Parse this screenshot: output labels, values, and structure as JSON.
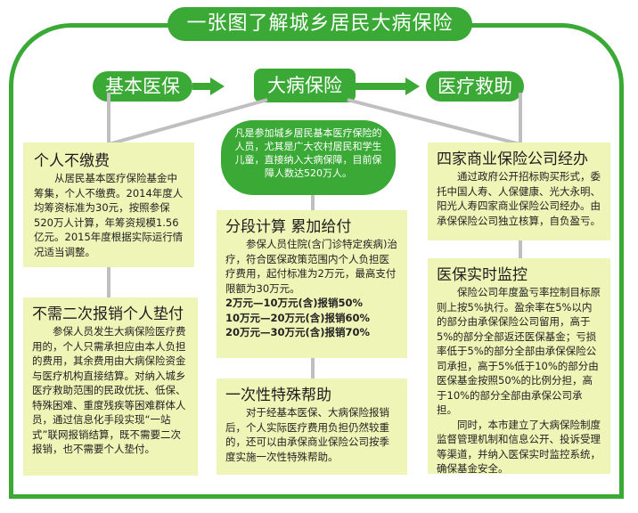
{
  "title": "一张图了解城乡居民大病保险",
  "nav": {
    "left": "基本医保",
    "center": "大病保险",
    "right": "医疗救助"
  },
  "bubble": "凡是参加城乡居民基本医疗保险的人员，尤其是广大农村居民和学生儿童，直接纳入大病保障，目前保障人数达520万人。",
  "colors": {
    "green": "#3aa935",
    "box": "#eef5b6"
  },
  "sections": {
    "a": {
      "heading": "个人不缴费",
      "body": "从居民基本医疗保险基金中筹集，个人不缴费。2014年度人均筹资标准为30元，按照参保520万人计算，年筹资规模1.56亿元。2015年度根据实际运行情况适当调整。"
    },
    "b": {
      "heading": "不需二次报销个人垫付",
      "body": "参保人员发生大病保险医疗费用的，个人只需承担应由本人负担的费用，其余费用由大病保险资金与医疗机构直接结算。对纳入城乡医疗救助范围的民政优抚、低保、特殊困难、重度残疾等困难群体人员，通过信息化手段实现“一站式”联网报销结算，既不需要二次报销，也不需要个人垫付。"
    },
    "c": {
      "heading": "分段计算  累加给付",
      "body": "参保人员住院(含门诊特定疾病)治疗，符合医保政策范围内个人负担医疗费用，起付标准为2万元，最高支付限额为30万元。",
      "rows": [
        "2万元—10万元(含)报销50%",
        "10万元—20万元(含)报销60%",
        "20万元—30万元(含)报销70%"
      ]
    },
    "d": {
      "heading": "一次性特殊帮助",
      "body": "对于经基本医保、大病保险报销后，个人实际医疗费用负担仍然较重的，还可以由承保商业保险公司按季度实施一次性特殊帮助。"
    },
    "e": {
      "heading": "四家商业保险公司经办",
      "body": "通过政府公开招标购买形式，委托中国人寿、人保健康、光大永明、阳光人寿四家商业保险公司经办。由承保保险公司独立核算，自负盈亏。"
    },
    "f": {
      "heading": "医保实时监控",
      "body1": "保险公司年度盈亏率控制目标原则上按5%执行。盈余率在5%以内的部分由承保保险公司留用，高于5%的部分全部返还医保基金；亏损率低于5%的部分全部由承保保险公司承担，高于5%低于10%的部分由医保基金按照50%的比例分担，高于10%的部分全部由承保公司承担。",
      "body2": "同时，本市建立了大病保险制度监督管理机制和信息公开、投诉受理等渠道，并纳入医保实时监控系统，确保基金安全。"
    }
  }
}
